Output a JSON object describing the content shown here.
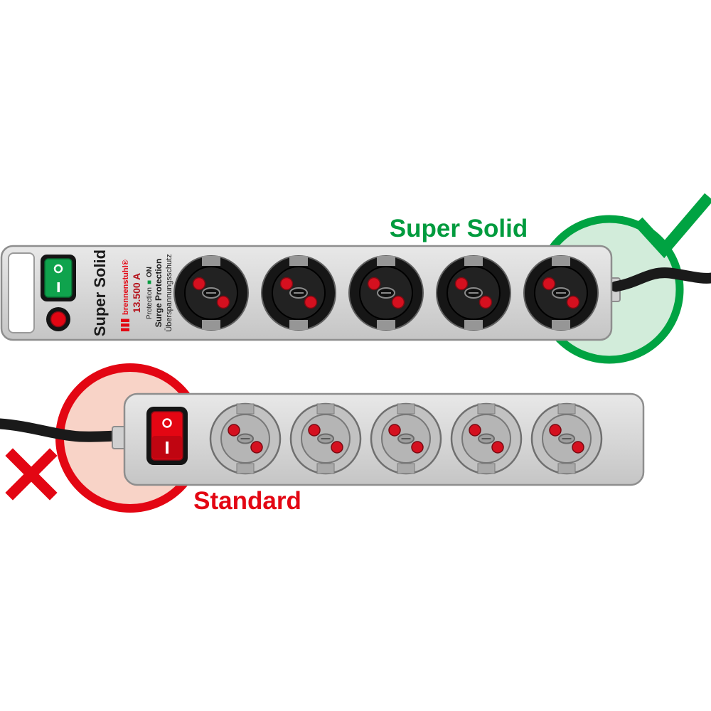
{
  "image": {
    "type": "product-comparison",
    "background": "#FFFFFF"
  },
  "good_option": {
    "label": "Super Solid",
    "verdict_icon": "check-icon",
    "accent_color": "#009B3E"
  },
  "bad_option": {
    "label": "Standard",
    "verdict_icon": "x-icon",
    "accent_color": "#E30613"
  },
  "super_solid_strip": {
    "vertical_name": "Super Solid",
    "brand": "brennenstuhl®",
    "rating": "13.500 A",
    "protection_label": "Protection",
    "protection_indicator": "■",
    "protection_state": "ON",
    "surge_protection": "Surge Protection",
    "surge_protection_de": "Überspannungsschutz",
    "socket_count": 5,
    "switch_color": "green",
    "reset_button_color": "red"
  },
  "standard_strip": {
    "socket_count": 5,
    "switch_color": "red"
  },
  "colors": {
    "green": "#009B3E",
    "green_ring": "#00A342",
    "green_tint": "#D2ECDA",
    "red": "#E30613",
    "red_tint": "#F8D3C7",
    "strip_body": "#D8D8D8",
    "strip_border": "#8E8E8E",
    "socket_dark": "#161616",
    "socket_light": "#C2C2C2",
    "cable": "#1A1A1A"
  }
}
